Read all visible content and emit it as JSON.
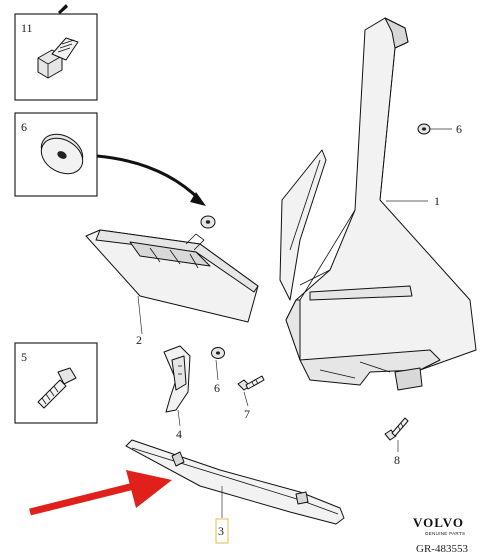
{
  "diagram": {
    "part_labels": {
      "p1": "1",
      "p2": "2",
      "p3": "3",
      "p4": "4",
      "p6a": "6",
      "p6b": "6",
      "p7": "7",
      "p8": "8"
    },
    "detail_boxes": {
      "d11": "11",
      "d6": "6",
      "d5": "5"
    },
    "brand": {
      "name": "VOLVO",
      "tagline": "GENUINE PARTS"
    },
    "reference_code": "GR-483553",
    "colors": {
      "highlight_arrow": "#e0201b",
      "callout_arrow": "#111111",
      "selection_box": "#e8b84a"
    }
  }
}
